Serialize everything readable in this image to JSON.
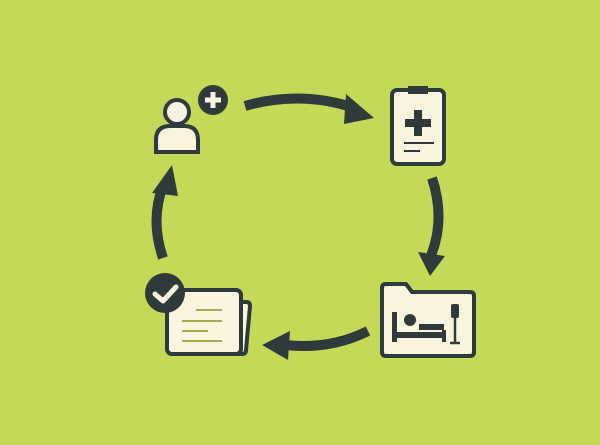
{
  "colors": {
    "background": "#c6da5a",
    "ink": "#2f3b3b",
    "paper": "#f8f4de",
    "lines": "#9fae48"
  },
  "icons": [
    "add-patient-icon",
    "medical-record-icon",
    "hospital-bed-folder-icon",
    "approved-documents-icon"
  ],
  "arrows": [
    "arrow-top",
    "arrow-right",
    "arrow-bottom",
    "arrow-left"
  ]
}
